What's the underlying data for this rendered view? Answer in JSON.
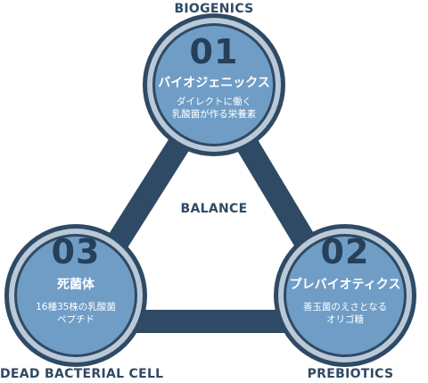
{
  "colors": {
    "dark": "#2f4a64",
    "ring": "#b9c9d8",
    "fill": "#6f9dc6"
  },
  "nodes": [
    {
      "label": "BIOGENICS",
      "number": "01",
      "title": "バイオジェニックス",
      "desc_lines": [
        "ダイレクトに働く",
        "乳酸菌が作る栄養素"
      ]
    },
    {
      "label": "PREBIOTICS",
      "number": "02",
      "title": "プレバイオティクス",
      "desc_lines": [
        "善玉菌のえさとなる",
        "オリゴ糖"
      ]
    },
    {
      "label": "DEAD BACTERIAL CELL",
      "number": "03",
      "title": "死菌体",
      "desc_lines": [
        "16種35株の乳酸菌",
        "ペプチド"
      ]
    }
  ],
  "center_label": "BALANCE"
}
